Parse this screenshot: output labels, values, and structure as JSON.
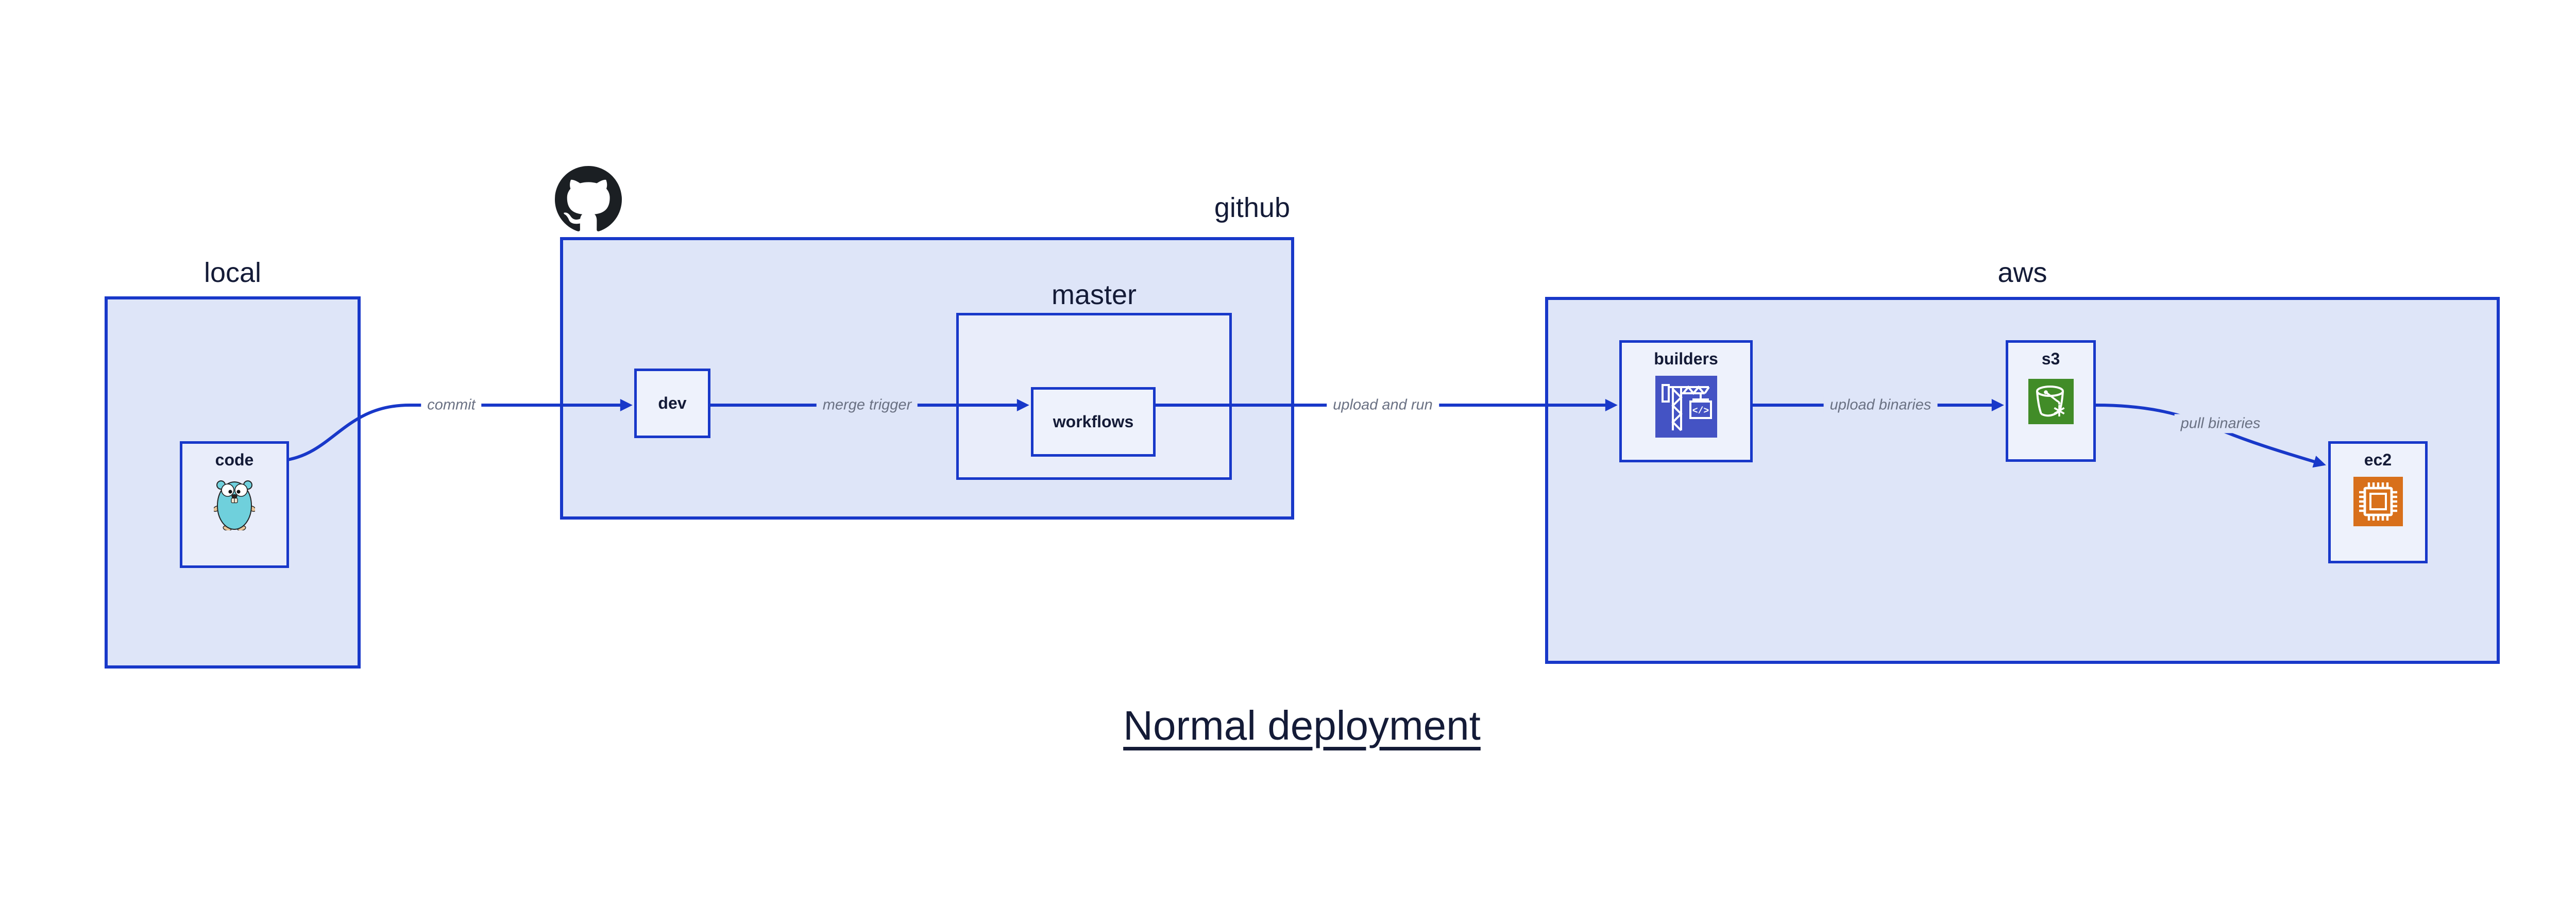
{
  "title": {
    "text": "Normal deployment"
  },
  "zones": {
    "local": {
      "label": "local"
    },
    "github": {
      "label": "github"
    },
    "master": {
      "label": "master"
    },
    "aws": {
      "label": "aws"
    }
  },
  "nodes": {
    "code": {
      "label": "code"
    },
    "dev": {
      "label": "dev"
    },
    "workflows": {
      "label": "workflows"
    },
    "builders": {
      "label": "builders"
    },
    "s3": {
      "label": "s3"
    },
    "ec2": {
      "label": "ec2"
    }
  },
  "edges": {
    "commit": {
      "label": "commit"
    },
    "merge_trigger": {
      "label": "merge trigger"
    },
    "upload_and_run": {
      "label": "upload and run"
    },
    "upload_binaries": {
      "label": "upload binaries"
    },
    "pull_binaries": {
      "label": "pull binaries"
    }
  },
  "icons": {
    "github_logo": "github-octocat",
    "code": "go-gopher",
    "builders": "construction-crane-container",
    "s3": "bucket-snowflake",
    "ec2": "cpu-chip",
    "builders_code_glyph": "</>"
  },
  "colors": {
    "line": "#1838c9",
    "navy": "#141b37",
    "gray": "#6a7183",
    "zone-fill": "#dee5f8",
    "mid-fill": "#e9edfa",
    "node-fill": "#eef2fc",
    "octocat": "#1b1f23",
    "builders-icon": "#4453c4",
    "s3-icon": "#418c28",
    "ec2-icon": "#d8701b",
    "page-bg": "#ffffff"
  }
}
